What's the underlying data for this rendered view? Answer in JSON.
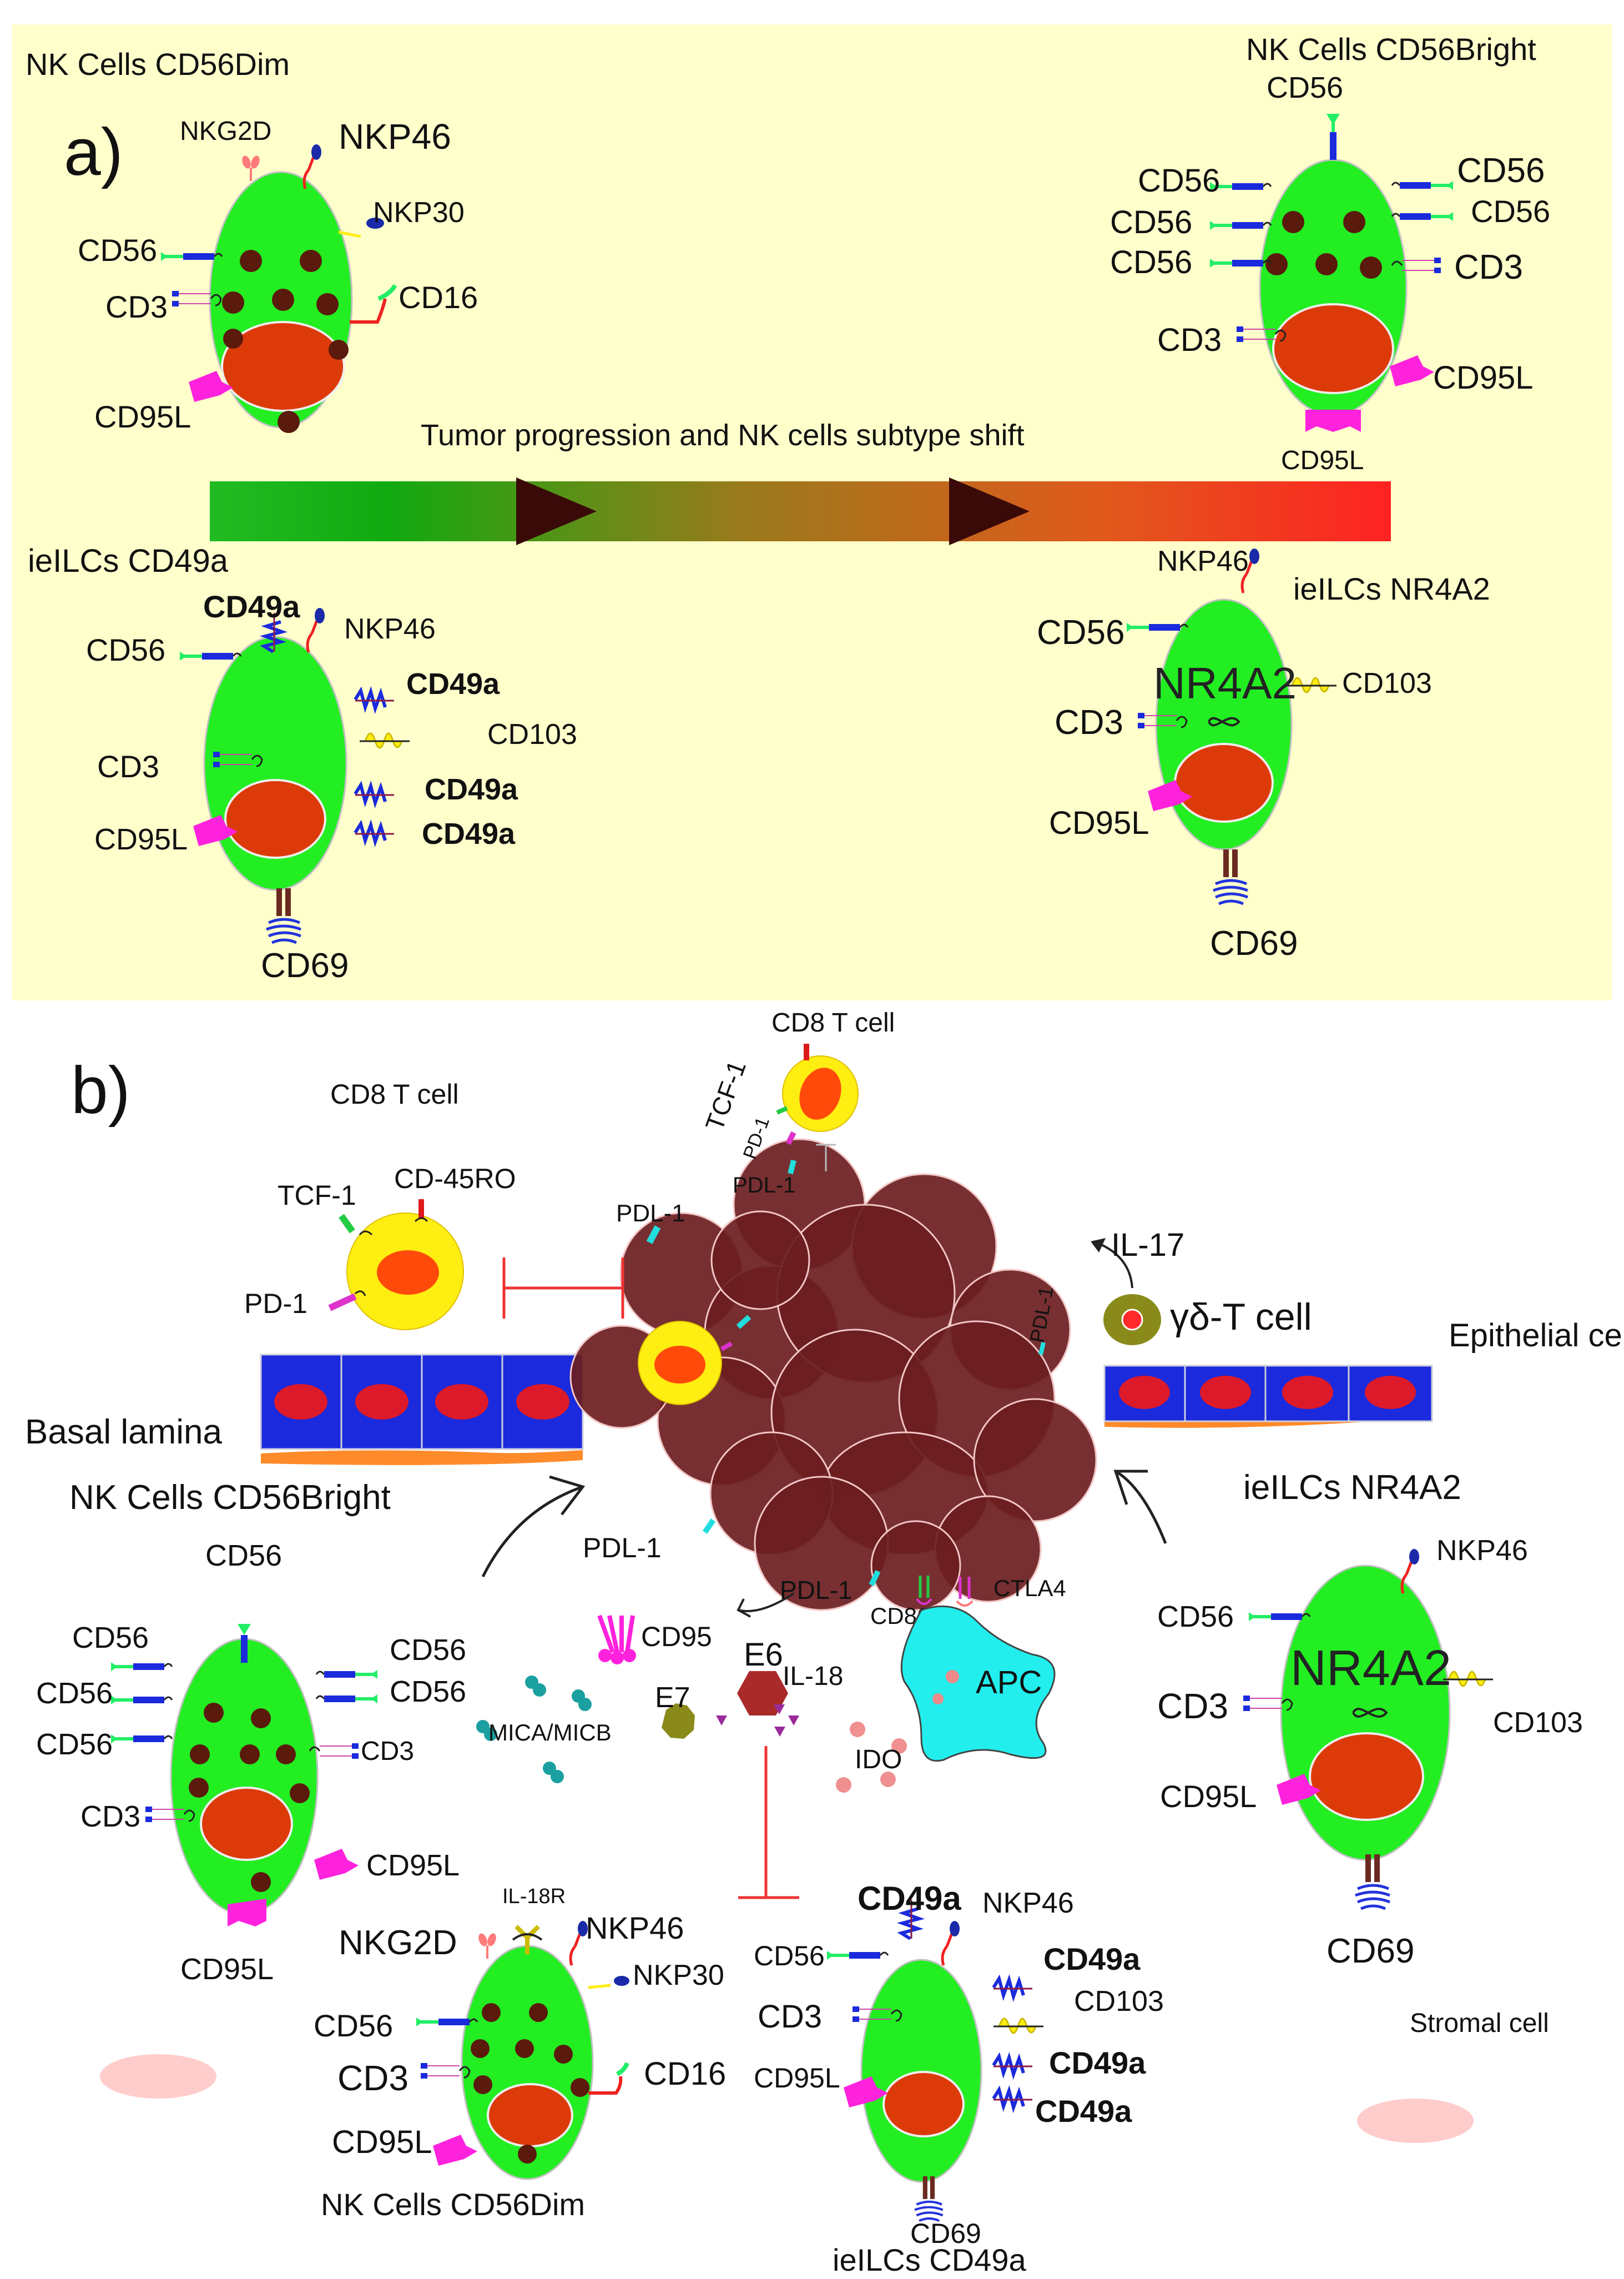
{
  "panel_a": {
    "letter": "a)",
    "arrow_label": "Tumor progression and NK cells subtype shift",
    "nk_dim": {
      "title": "NK Cells CD56Dim",
      "nkg2d": "NKG2D",
      "nkp46": "NKP46",
      "nkp30": "NKP30",
      "cd56": "CD56",
      "cd3": "CD3",
      "cd16": "CD16",
      "cd95l": "CD95L"
    },
    "nk_bright": {
      "title": "NK Cells CD56Bright",
      "cd56": "CD56",
      "cd3": "CD3",
      "cd95l": "CD95L"
    },
    "ielc_cd49a": {
      "title": "ieILCs CD49a",
      "cd49a": "CD49a",
      "nkp46": "NKP46",
      "cd56": "CD56",
      "cd103": "CD103",
      "cd3": "CD3",
      "cd95l": "CD95L",
      "cd69": "CD69"
    },
    "ielc_nr4a2": {
      "title": "ieILCs NR4A2",
      "nkp46": "NKP46",
      "cd56": "CD56",
      "nr4a2": "NR4A2",
      "cd103": "CD103",
      "cd3": "CD3",
      "cd95l": "CD95L",
      "cd69": "CD69"
    }
  },
  "panel_b": {
    "letter": "b)",
    "cd8_left": {
      "title": "CD8 T cell",
      "tcf1": "TCF-1",
      "cd45ro": "CD-45RO",
      "pd1": "PD-1"
    },
    "cd8_top": {
      "title": "CD8 T cell",
      "tcf1": "TCF-1",
      "pd1": "PD-1",
      "pdl1": "PDL-1"
    },
    "pdl1": "PDL-1",
    "il17": "IL-17",
    "gd_t": "γδ-T cell",
    "epithelial": "Epithelial cells",
    "basal": "Basal lamina",
    "nk_bright_title": "NK Cells CD56Bright",
    "ielc_nr4a2_title": "ieILCs NR4A2",
    "nk_dim_title": "NK Cells CD56Dim",
    "ielc_cd49a_title": "ieILCs CD49a",
    "cd86": "CD86",
    "ctla4": "CTLA4",
    "cd95": "CD95",
    "e6": "E6",
    "e7": "E7",
    "il18": "IL-18",
    "il18r": "IL-18R",
    "mica": "MICA/MICB",
    "ido": "IDO",
    "apc": "APC",
    "stromal": "Stromal cell",
    "cd56": "CD56",
    "cd3": "CD3",
    "cd95l": "CD95L",
    "cd69": "CD69",
    "cd103": "CD103",
    "cd16": "CD16",
    "nkp46": "NKP46",
    "nkp30": "NKP30",
    "nkg2d": "NKG2D",
    "cd49a": "CD49a",
    "nr4a2": "NR4A2"
  },
  "colors": {
    "panel_a_bg": "#ffffcc",
    "cell_green": "#22ee22",
    "nucleus": "#dd3a0a",
    "granule": "#5a1a0c",
    "tumor": "#6b1d1f",
    "tcell_yellow": "#ffee11",
    "apc_cyan": "#22eeee",
    "epithelium_blue": "#1a2adc",
    "magenta": "#ff22dd"
  }
}
